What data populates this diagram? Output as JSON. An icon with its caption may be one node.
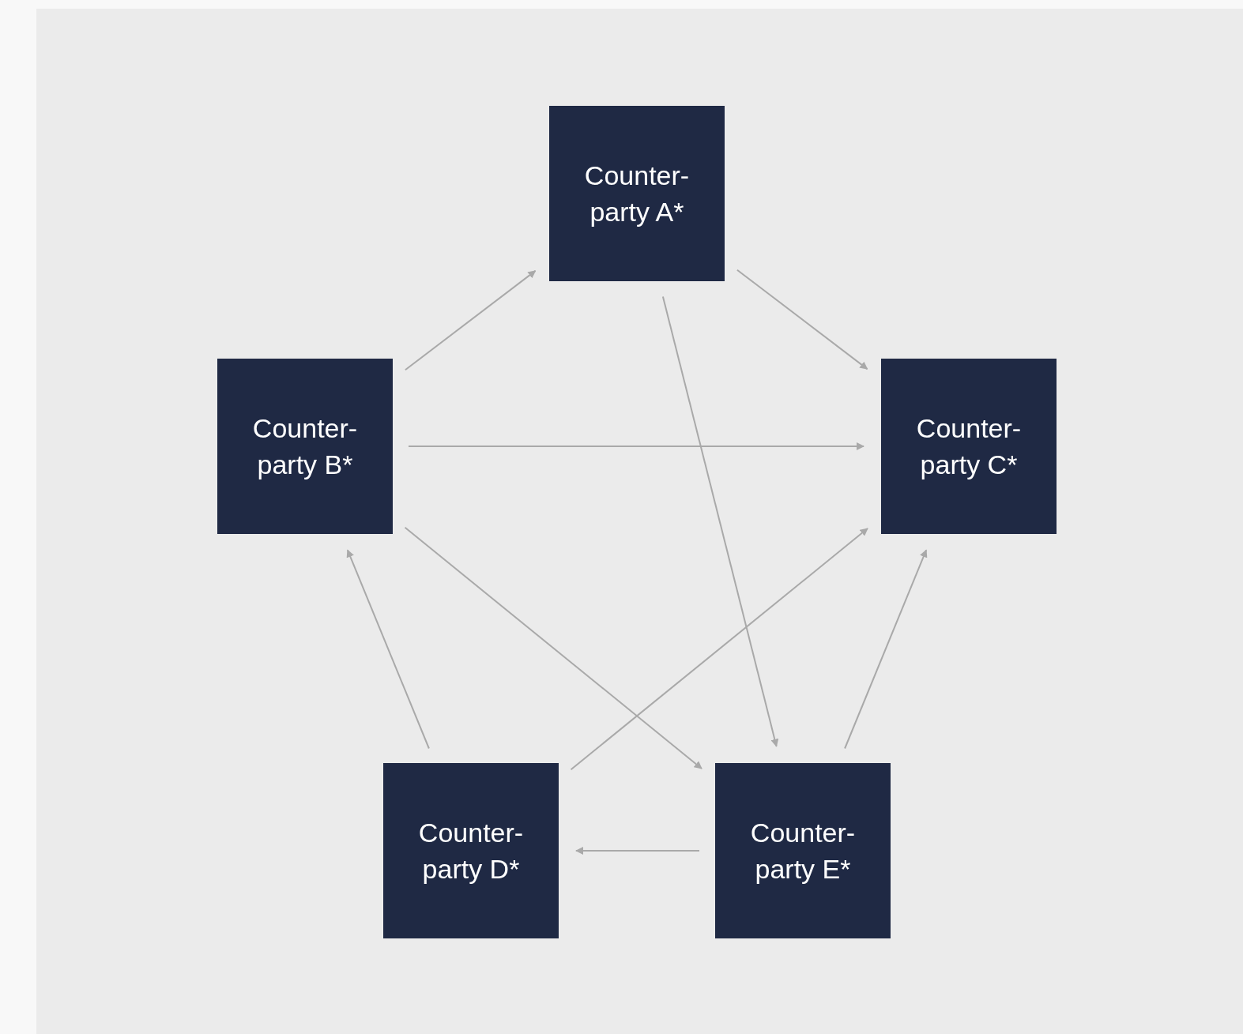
{
  "diagram": {
    "nodes": [
      {
        "text": [
          "Counter- party A*"
        ]
      },
      {
        "text": [
          "Counter- party B*"
        ]
      },
      {
        "text": [
          "Counter- party C*"
        ]
      },
      {
        "text": [
          "Counter- party D*"
        ]
      },
      {
        "text": [
          "Counter- party E*"
        ]
      }
    ],
    "edges": [
      {
        "from": 1,
        "to": 0,
        "arrow": "to"
      },
      {
        "from": 0,
        "to": 2,
        "arrow": "to"
      },
      {
        "from": 0,
        "to": 4,
        "arrow": "to"
      },
      {
        "from": 1,
        "to": 2,
        "arrow": "to"
      },
      {
        "from": 1,
        "to": 4,
        "arrow": "to"
      },
      {
        "from": 3,
        "to": 2,
        "arrow": "to"
      },
      {
        "from": 3,
        "to": 1,
        "arrow": "to"
      },
      {
        "from": 4,
        "to": 2,
        "arrow": "to"
      },
      {
        "from": 4,
        "to": 3,
        "arrow": "to"
      }
    ]
  }
}
